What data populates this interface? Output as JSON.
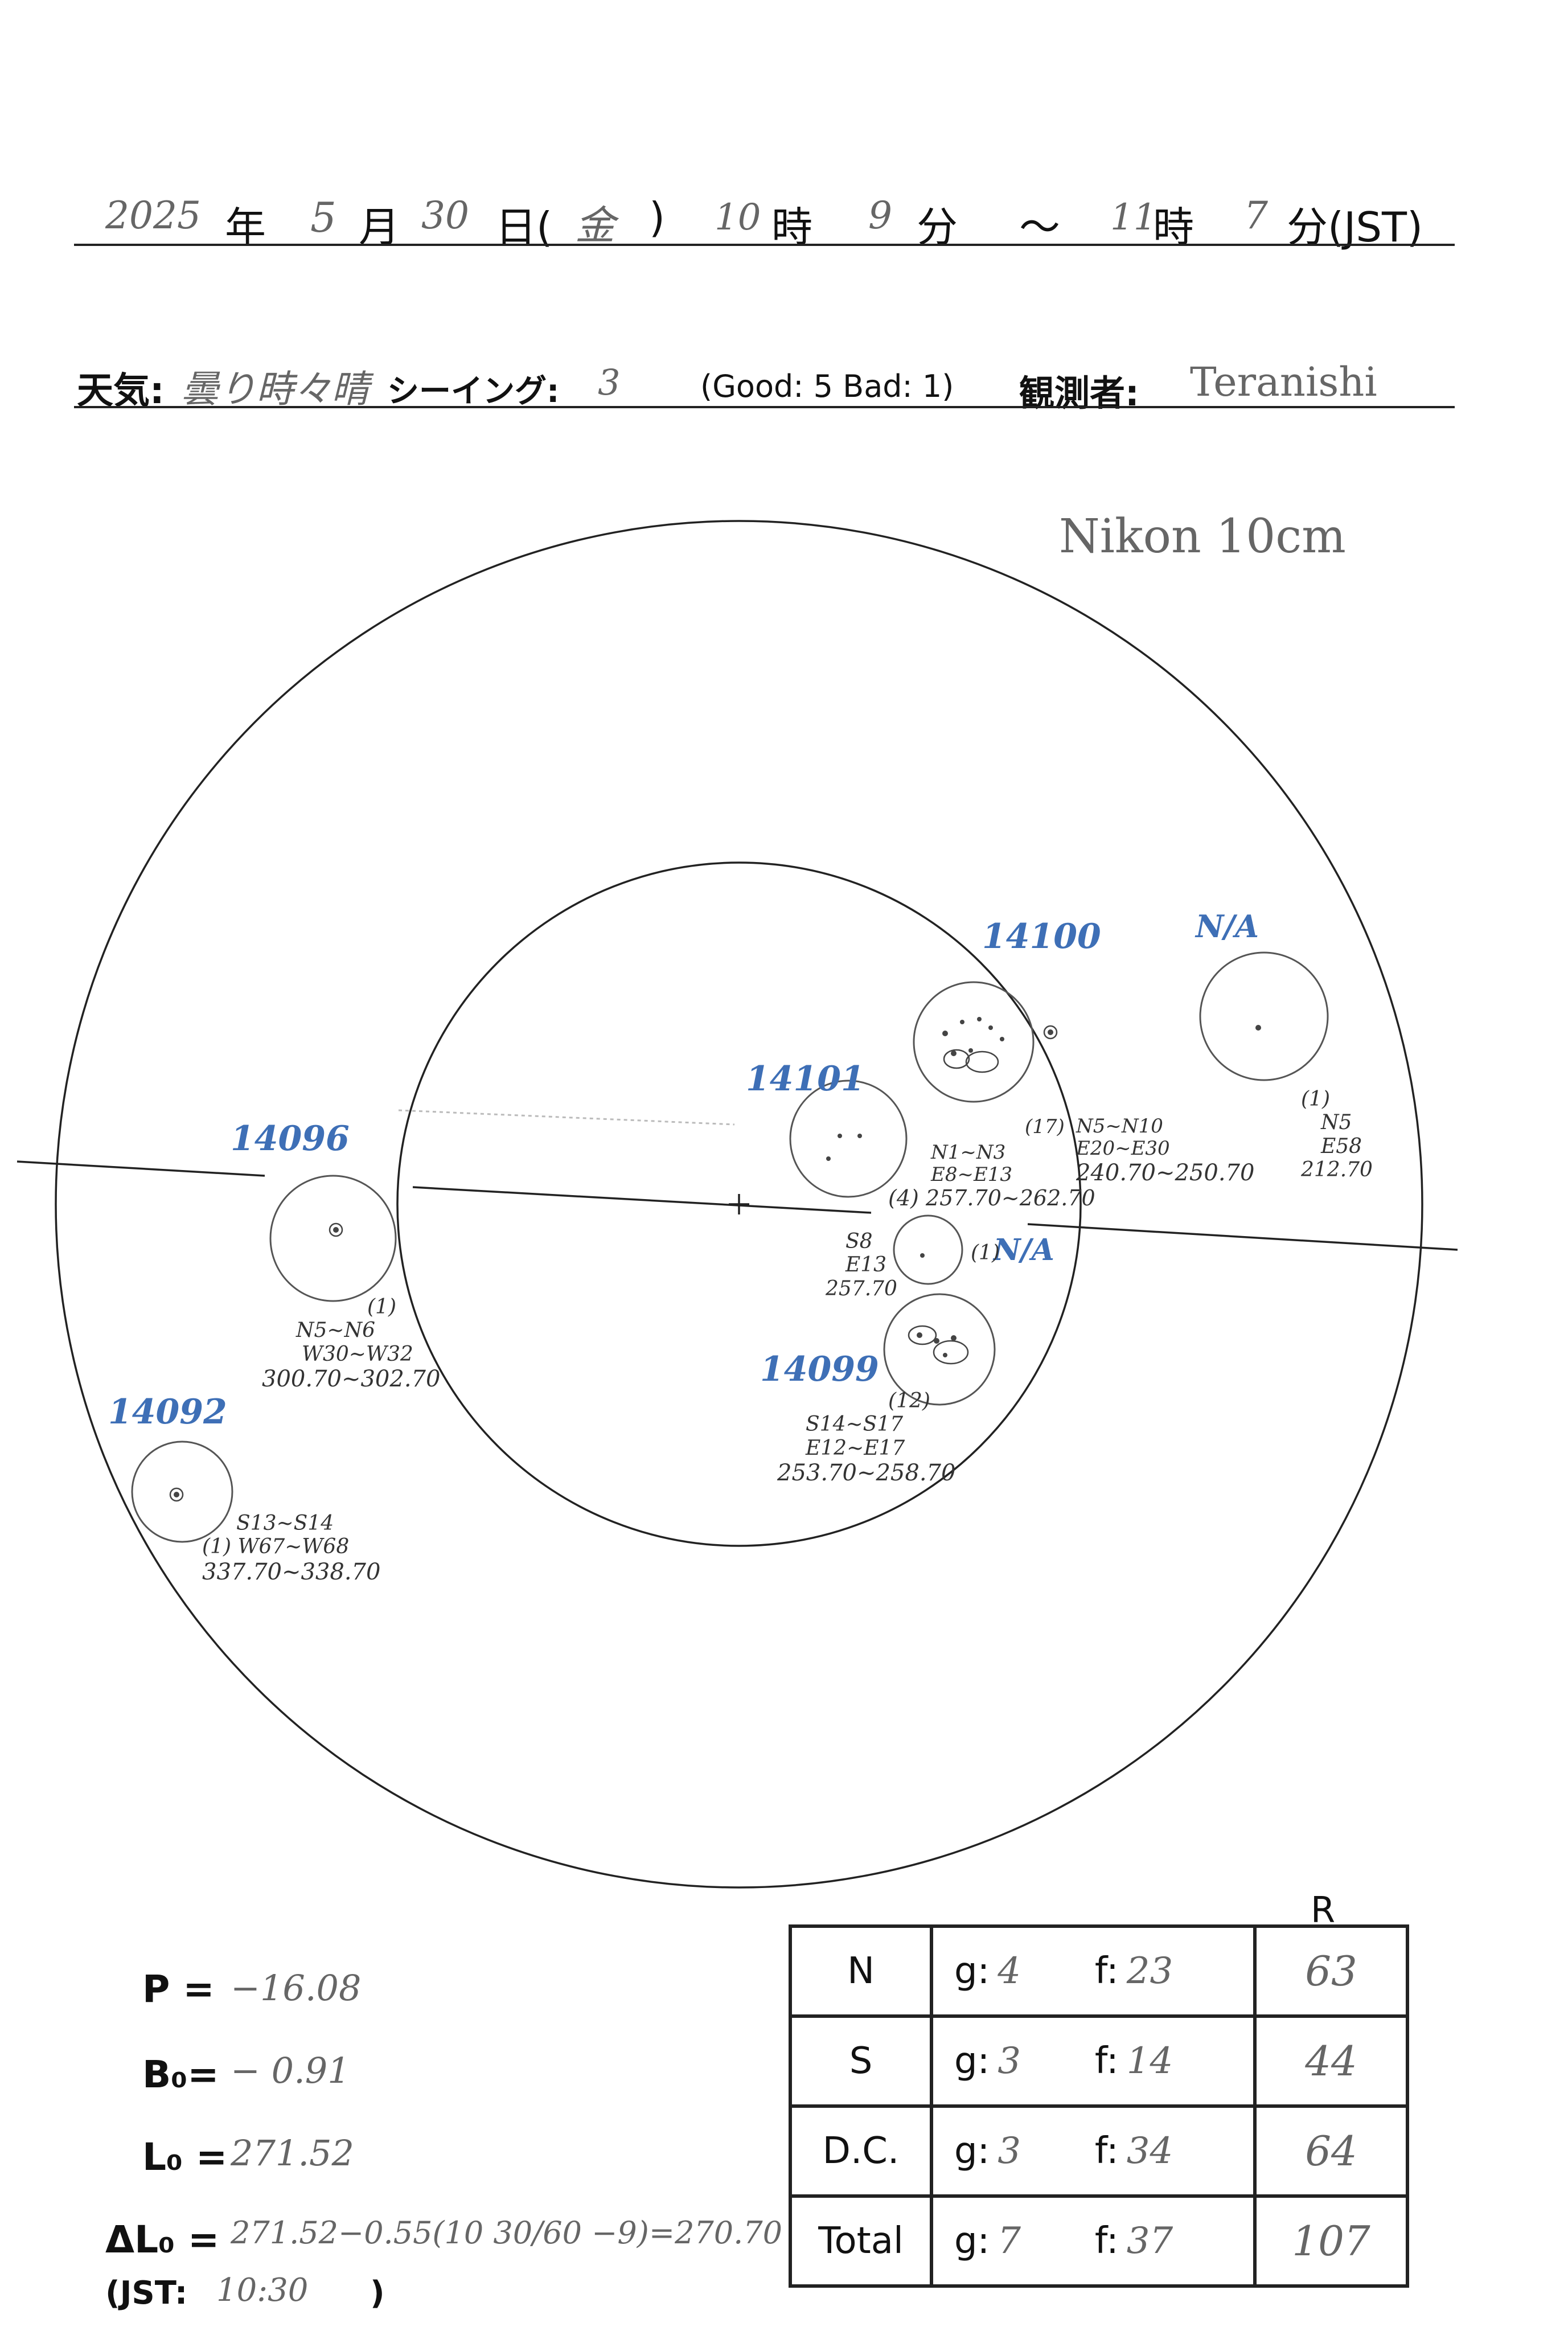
{
  "header": {
    "year": "2025",
    "year_unit": "年",
    "month": "5",
    "month_unit": "月",
    "day": "30",
    "day_unit": "日(",
    "weekday": "金",
    "paren_close": ")",
    "start_hour": "10",
    "hour_unit": "時",
    "start_min": "9",
    "min_unit": "分",
    "tilde": "～",
    "end_hour": "11",
    "end_hour_unit": "時",
    "end_min": "7",
    "end_unit": "分(JST)"
  },
  "conditions": {
    "weather_label": "天気:",
    "weather_value": "曇り時々晴",
    "seeing_label": "シーイング:",
    "seeing_value": "3",
    "scale_text": "(Good: 5  Bad: 1)",
    "observer_label": "観測者:",
    "observer_value": "Teranishi"
  },
  "instrument": "Nikon 10cm",
  "sunspots": [
    {
      "id": "14100",
      "lines": [
        "(17)",
        "N5~N10",
        "E20~E30",
        "240.70~250.70"
      ]
    },
    {
      "id": "N/A",
      "lines": [
        "(1)",
        "N5",
        "E58",
        "212.70"
      ]
    },
    {
      "id": "14101",
      "lines": [
        "N1~N3",
        "E8~E13",
        "(4) 257.70~262.70"
      ]
    },
    {
      "id": "14096",
      "lines": [
        "(1)",
        "N5~N6",
        "W30~W32",
        "300.70~302.70"
      ]
    },
    {
      "id": "N/A",
      "lines": [
        "(1)",
        "S8",
        "E13",
        "257.70"
      ]
    },
    {
      "id": "14099",
      "lines": [
        "(12)",
        "S14~S17",
        "E12~E17",
        "253.70~258.70"
      ]
    },
    {
      "id": "14092",
      "lines": [
        "S13~S14",
        "(1) W67~W68",
        "337.70~338.70"
      ]
    }
  ],
  "params": {
    "p_label": "P =",
    "p_value": "−16.08",
    "b0_label": "B₀=",
    "b0_value": "− 0.91",
    "l0_label": "L₀ =",
    "l0_value": "271.52",
    "dl0_label": "ΔL₀ =",
    "dl0_value": "271.52−0.55(10 30/60 −9)=270.70",
    "jst_label": "(JST:",
    "jst_value": "10:30",
    "jst_close": ")"
  },
  "table": {
    "r_header": "R",
    "g_key": "g:",
    "f_key": "f:",
    "rows": [
      {
        "label": "N",
        "g": "4",
        "f": "23",
        "r": "63"
      },
      {
        "label": "S",
        "g": "3",
        "f": "14",
        "r": "44"
      },
      {
        "label": "D.C.",
        "g": "3",
        "f": "34",
        "r": "64"
      },
      {
        "label": "Total",
        "g": "7",
        "f": "37",
        "r": "107"
      }
    ]
  }
}
